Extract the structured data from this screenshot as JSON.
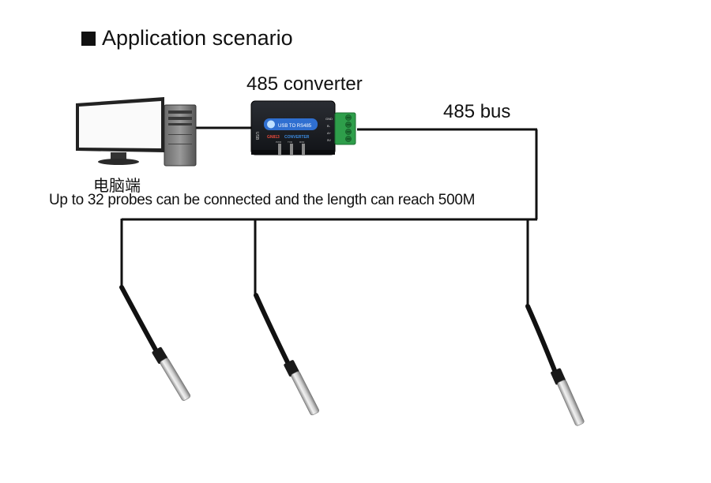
{
  "title": "Application scenario",
  "converter_label": "485 converter",
  "bus_label": "485 bus",
  "pc_label": "电脑端",
  "description": "Up to 32 probes can be connected and the length can reach 500M",
  "converter_device": {
    "badge": "USB TO RS485",
    "model": "GN813",
    "subtitle": "CONVERTER",
    "port_label": "USB",
    "terminal_labels": [
      "GND",
      "B-",
      "A+",
      "5V"
    ],
    "led_labels": [
      "PWR",
      "TXD",
      "RXD"
    ]
  },
  "colors": {
    "converter_body": "#1b1d22",
    "terminal_block": "#2e9e4a",
    "badge": "#2f6fd0",
    "probe_steel": "#c8c8c8",
    "wire": "#111111"
  },
  "probe_count_shown": 3
}
